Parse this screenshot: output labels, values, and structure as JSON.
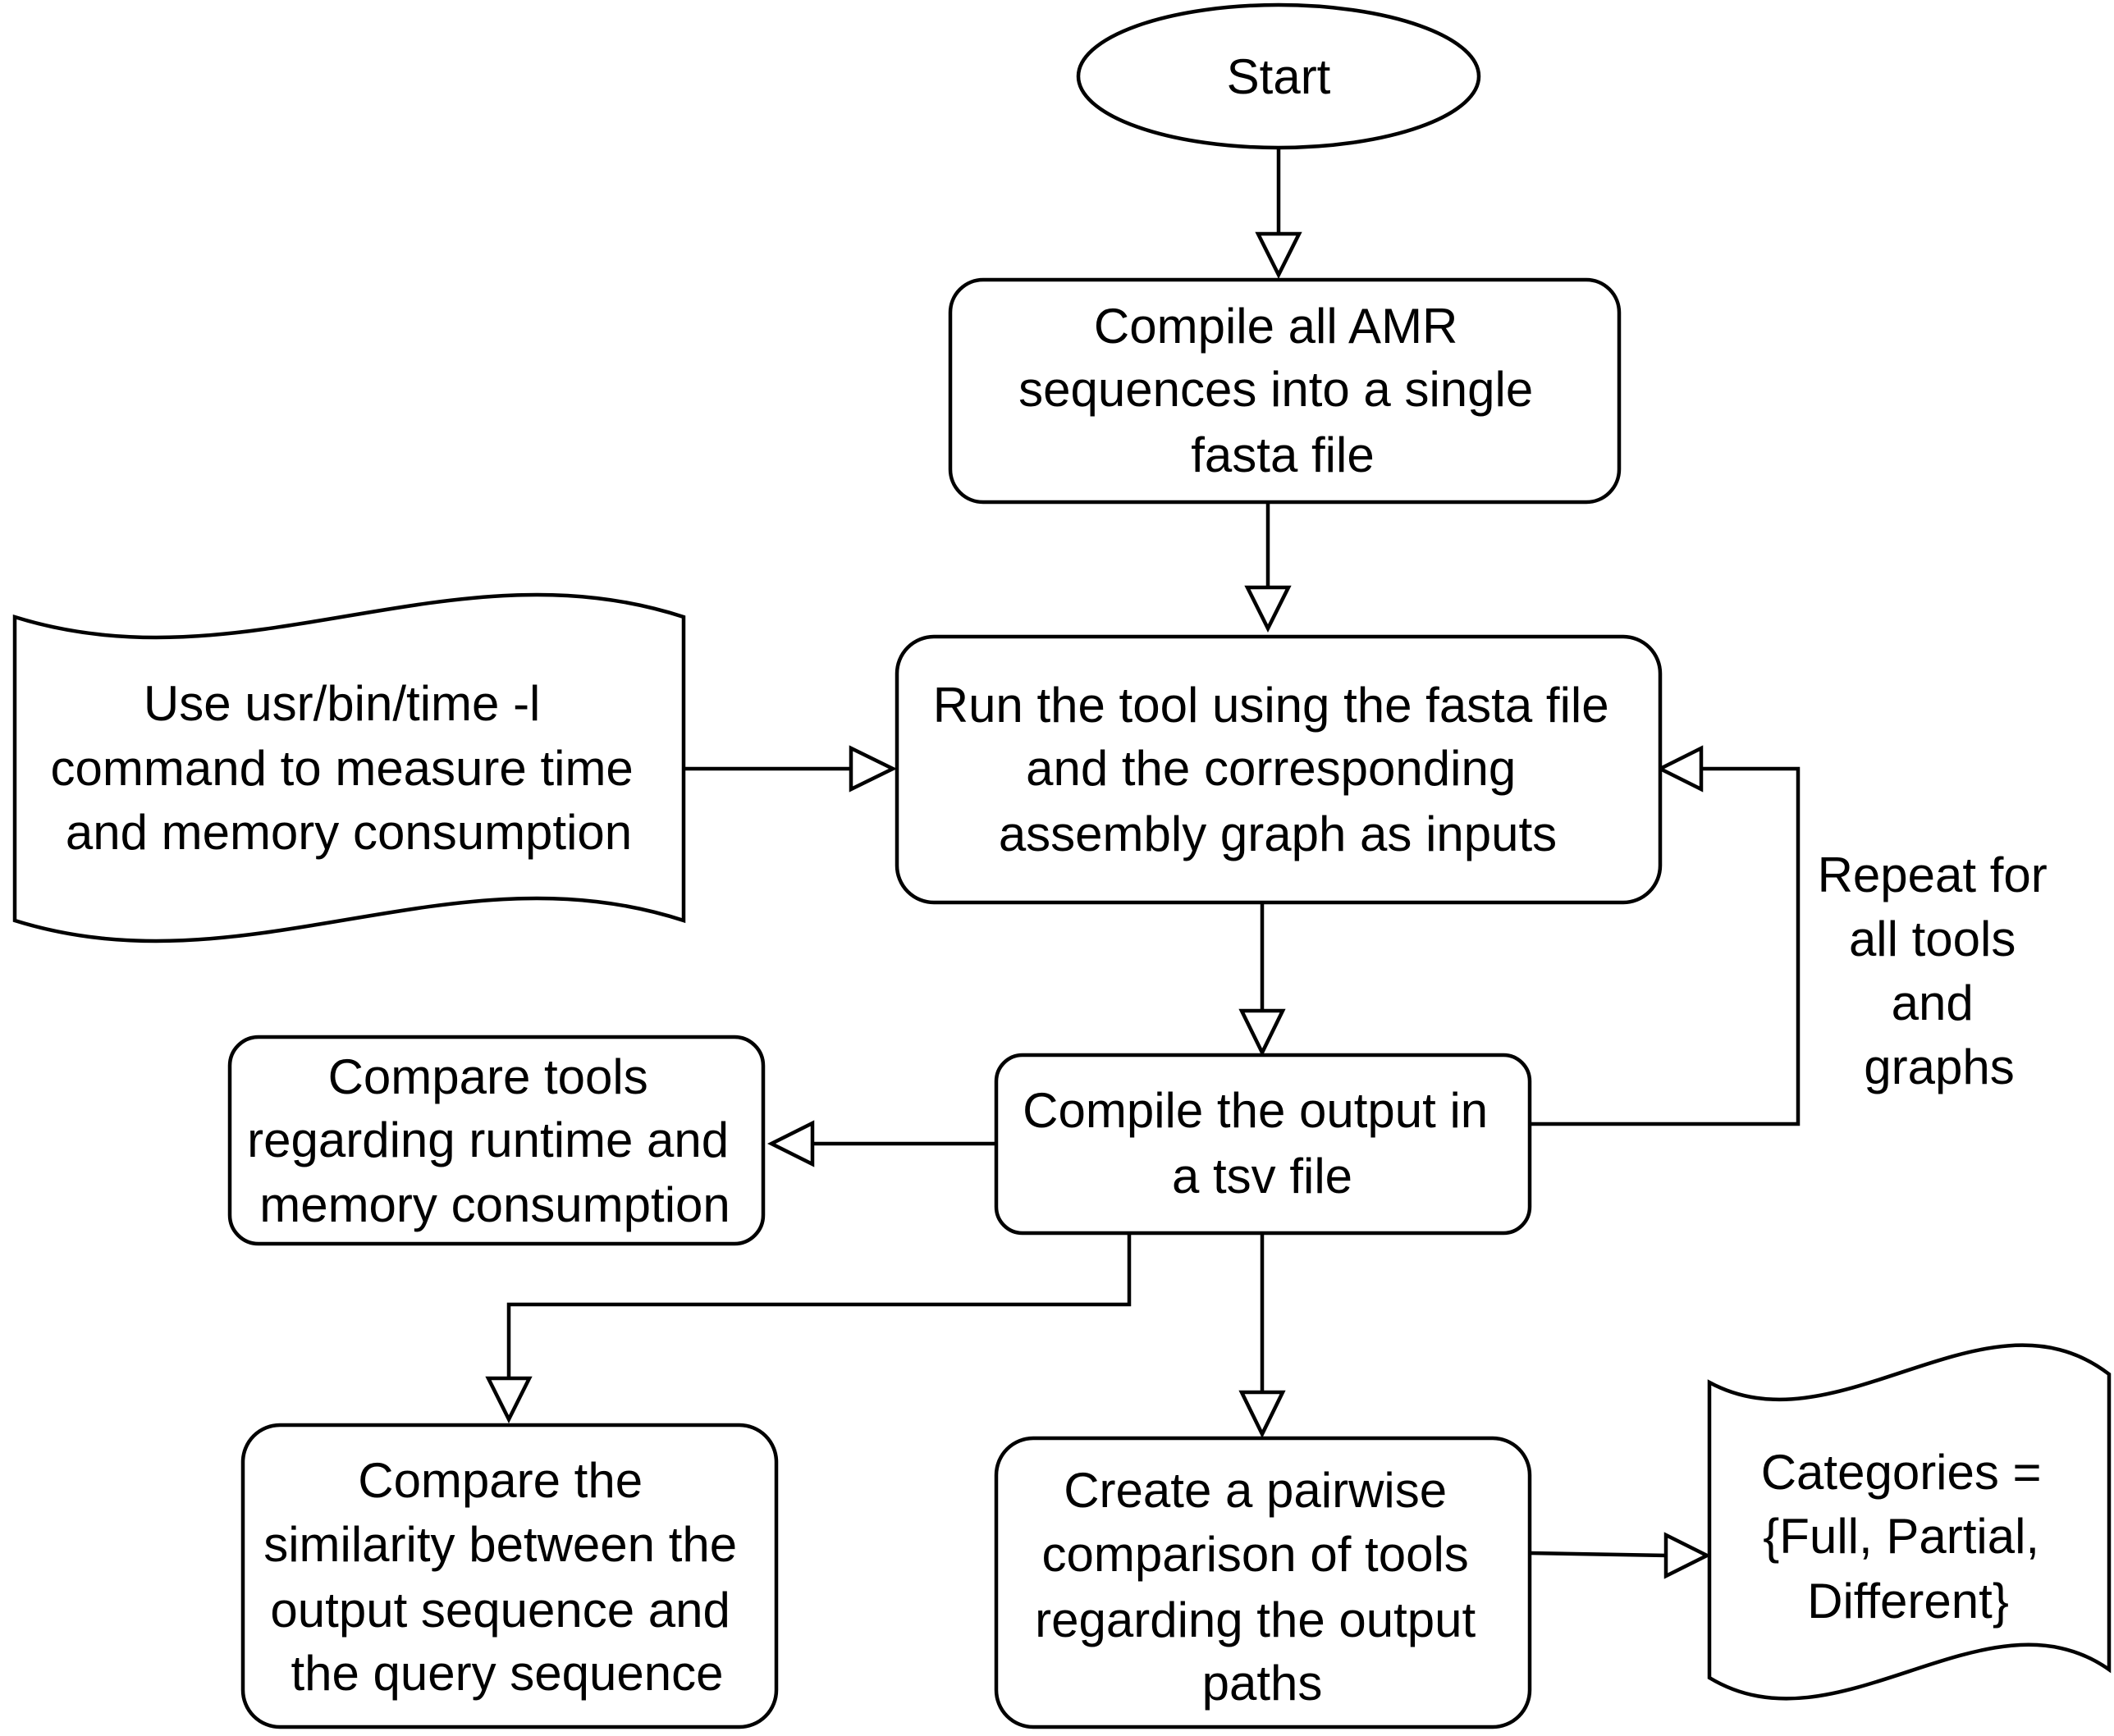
{
  "nodes": {
    "start": {
      "lines": [
        "Start"
      ]
    },
    "compile_sequences": {
      "lines": [
        "Compile all AMR",
        "sequences into a single",
        "fasta file"
      ]
    },
    "run_tool": {
      "lines": [
        "Run the tool using the fasta file",
        "and the corresponding",
        "assembly graph as inputs"
      ]
    },
    "time_command": {
      "lines": [
        "Use usr/bin/time -l",
        "command to measure time",
        "and memory consumption"
      ]
    },
    "compile_output": {
      "lines": [
        "Compile the output in",
        "a tsv file"
      ]
    },
    "compare_runtime": {
      "lines": [
        "Compare tools",
        "regarding runtime and",
        "memory consumption"
      ]
    },
    "compare_similarity": {
      "lines": [
        "Compare the",
        "similarity between the",
        "output sequence and",
        "the query sequence"
      ]
    },
    "pairwise_comparison": {
      "lines": [
        "Create a pairwise",
        "comparison of tools",
        "regarding the output",
        "paths"
      ]
    },
    "categories": {
      "lines": [
        "Categories =",
        "{Full, Partial,",
        "Different}"
      ]
    }
  },
  "edge_labels": {
    "repeat": {
      "lines": [
        "Repeat for",
        "all tools",
        "and",
        "graphs"
      ]
    }
  },
  "colors": {
    "stroke": "#000000",
    "fill": "#ffffff"
  }
}
